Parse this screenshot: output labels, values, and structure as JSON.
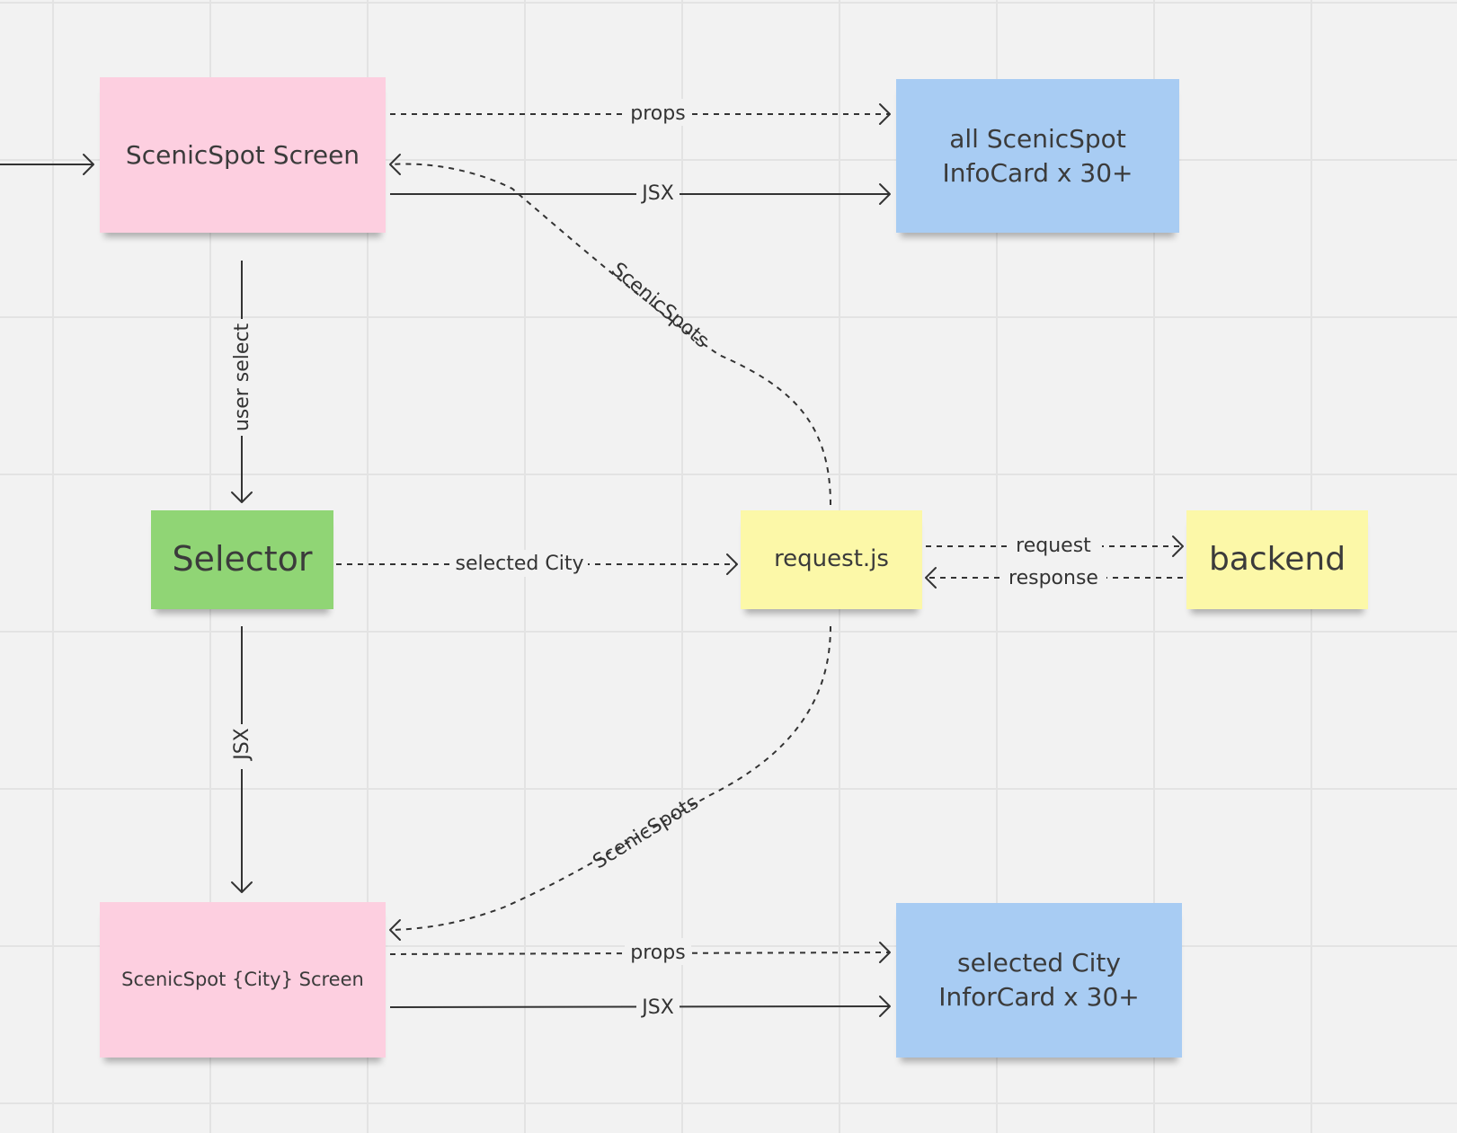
{
  "nodes": {
    "scenicspot_screen": "ScenicSpot Screen",
    "all_infocard_line1": "all ScenicSpot",
    "all_infocard_line2": "InfoCard x 30+",
    "selector": "Selector",
    "request_js": "request.js",
    "backend": "backend",
    "city_screen": "ScenicSpot {City} Screen",
    "city_infocard_line1": "selected City",
    "city_infocard_line2": "InforCard x 30+"
  },
  "edges": {
    "props_top": "props",
    "jsx_top": "JSX",
    "scenicspots_top": "ScenicSpots",
    "user_select": "user select",
    "selected_city": "selected City",
    "request": "request",
    "response": "response",
    "jsx_mid": "JSX",
    "scenicspots_bottom": "ScenicSpots",
    "props_bottom": "props",
    "jsx_bottom": "JSX"
  },
  "colors": {
    "pink": "#fdcfe0",
    "blue": "#a8ccf3",
    "green": "#90d575",
    "yellow": "#fcf8a8",
    "line": "#333333",
    "background": "#f2f2f2"
  }
}
